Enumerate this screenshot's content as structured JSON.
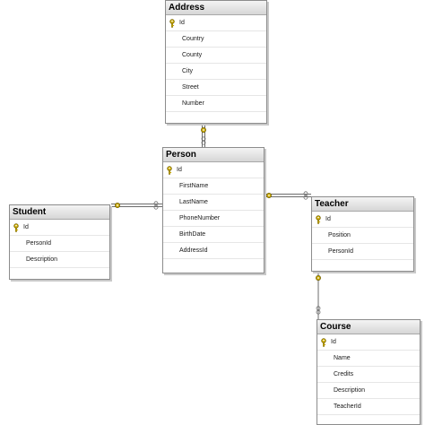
{
  "diagram": {
    "tables": [
      {
        "id": "address",
        "title": "Address",
        "columns": [
          {
            "name": "Id",
            "key": true
          },
          {
            "name": "Country",
            "key": false
          },
          {
            "name": "County",
            "key": false
          },
          {
            "name": "City",
            "key": false
          },
          {
            "name": "Street",
            "key": false
          },
          {
            "name": "Number",
            "key": false
          }
        ]
      },
      {
        "id": "person",
        "title": "Person",
        "columns": [
          {
            "name": "Id",
            "key": true
          },
          {
            "name": "FirstName",
            "key": false
          },
          {
            "name": "LastName",
            "key": false
          },
          {
            "name": "PhoneNumber",
            "key": false
          },
          {
            "name": "BirthDate",
            "key": false
          },
          {
            "name": "AddressId",
            "key": false
          }
        ]
      },
      {
        "id": "student",
        "title": "Student",
        "columns": [
          {
            "name": "Id",
            "key": true
          },
          {
            "name": "PersonId",
            "key": false
          },
          {
            "name": "Description",
            "key": false
          }
        ]
      },
      {
        "id": "teacher",
        "title": "Teacher",
        "columns": [
          {
            "name": "Id",
            "key": true
          },
          {
            "name": "Position",
            "key": false
          },
          {
            "name": "PersonId",
            "key": false
          }
        ]
      },
      {
        "id": "course",
        "title": "Course",
        "columns": [
          {
            "name": "Id",
            "key": true
          },
          {
            "name": "Name",
            "key": false
          },
          {
            "name": "Credits",
            "key": false
          },
          {
            "name": "Description",
            "key": false
          },
          {
            "name": "TeacherId",
            "key": false
          }
        ]
      }
    ],
    "relationships": [
      {
        "from": "person",
        "to": "address"
      },
      {
        "from": "student",
        "to": "person"
      },
      {
        "from": "teacher",
        "to": "person"
      },
      {
        "from": "course",
        "to": "teacher"
      }
    ],
    "colors": {
      "key_icon": "#c8a800",
      "connector": "#6b6b6b",
      "header_top": "#f4f4f4",
      "header_bottom": "#d6d6d6"
    },
    "icons": {
      "primary_key": "key-icon",
      "relationship_end": "key-connector-icon"
    }
  }
}
